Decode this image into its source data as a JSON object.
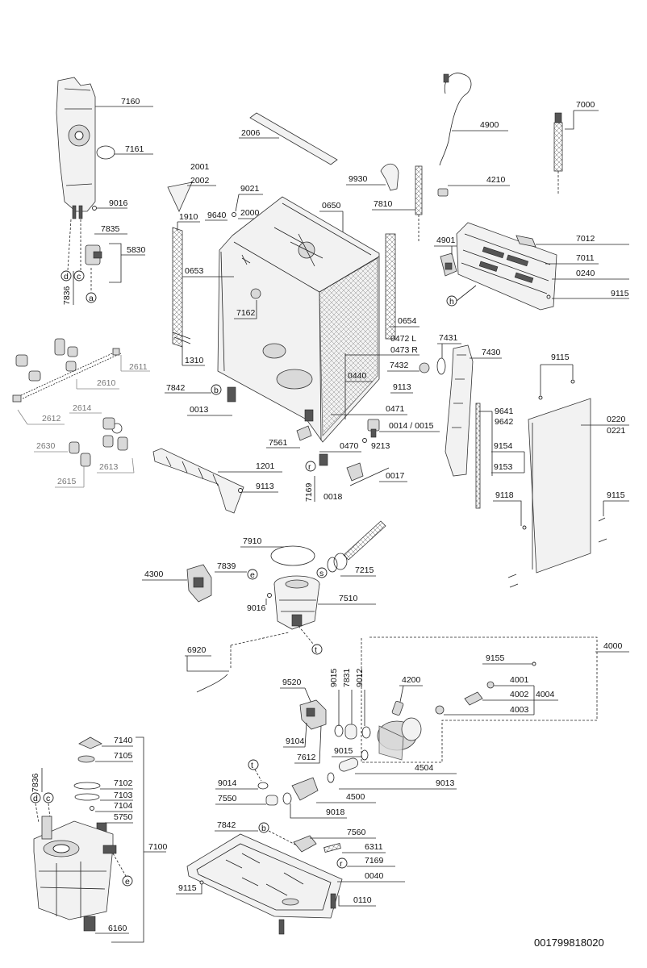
{
  "document_id": "001799818020",
  "labels": {
    "p7160": "7160",
    "p7161": "7161",
    "p9016a": "9016",
    "p7835": "7835",
    "p5830": "5830",
    "p7836a": "7836",
    "cd": "d",
    "cc": "c",
    "ca": "a",
    "p2611": "2611",
    "p2610": "2610",
    "p2612": "2612",
    "p2614": "2614",
    "p2630": "2630",
    "p2613": "2613",
    "p2615": "2615",
    "p2006": "2006",
    "p2001": "2001",
    "p2002": "2002",
    "p9021": "9021",
    "p1910": "1910",
    "p9640": "9640",
    "p2000": "2000",
    "p0650": "0650",
    "p0653": "0653",
    "p7162": "7162",
    "p0654": "0654",
    "p0472": "0472 L",
    "p0473": "0473 R",
    "p1310": "1310",
    "p0440": "0440",
    "p7842a": "7842",
    "cb1": "b",
    "p9113a": "9113",
    "p0471": "0471",
    "p0013": "0013",
    "p0014": "0014 / 0015",
    "p7561": "7561",
    "p0470": "0470",
    "p9213": "9213",
    "p1201": "1201",
    "cr1": "r",
    "p9113b": "9113",
    "p7169a": "7169",
    "p0018": "0018",
    "p0017": "0017",
    "p4900": "4900",
    "p9930": "9930",
    "p4210": "4210",
    "p7810": "7810",
    "p7000": "7000",
    "p4901": "4901",
    "p7012": "7012",
    "p7011": "7011",
    "p0240": "0240",
    "ch": "h",
    "p9115a": "9115",
    "p7431": "7431",
    "p7430": "7430",
    "p7432": "7432",
    "p9115b": "9115",
    "p9641": "9641",
    "p9642": "9642",
    "p0220": "0220",
    "p0221": "0221",
    "p9154": "9154",
    "p9153": "9153",
    "p9118": "9118",
    "p9115c": "9115",
    "p7910": "7910",
    "p4300": "4300",
    "p7839": "7839",
    "ce1": "e",
    "cs": "s",
    "p7215": "7215",
    "p9016b": "9016",
    "p7510": "7510",
    "ct1": "t",
    "p6920": "6920",
    "p4000": "4000",
    "p9155": "9155",
    "p4001": "4001",
    "p4002": "4002",
    "p4004": "4004",
    "p4003": "4003",
    "p9520": "9520",
    "p9015a": "9015",
    "p7831": "7831",
    "p9012": "9012",
    "p4200": "4200",
    "p9104": "9104",
    "p7612": "7612",
    "p9015b": "9015",
    "p4504": "4504",
    "p9013": "9013",
    "ct2": "t",
    "p9014": "9014",
    "p7550": "7550",
    "p4500": "4500",
    "p9018": "9018",
    "p7140": "7140",
    "p7105": "7105",
    "p7836b": "7836",
    "cd2": "d",
    "cc2": "c",
    "p7102": "7102",
    "p7103": "7103",
    "p7104": "7104",
    "p5750": "5750",
    "p7100": "7100",
    "ce2": "e",
    "p6160": "6160",
    "p7842b": "7842",
    "cb2": "b",
    "p7560": "7560",
    "p6311": "6311",
    "cr2": "r",
    "p7169b": "7169",
    "p0040": "0040",
    "p9115d": "9115",
    "p0110": "0110"
  }
}
